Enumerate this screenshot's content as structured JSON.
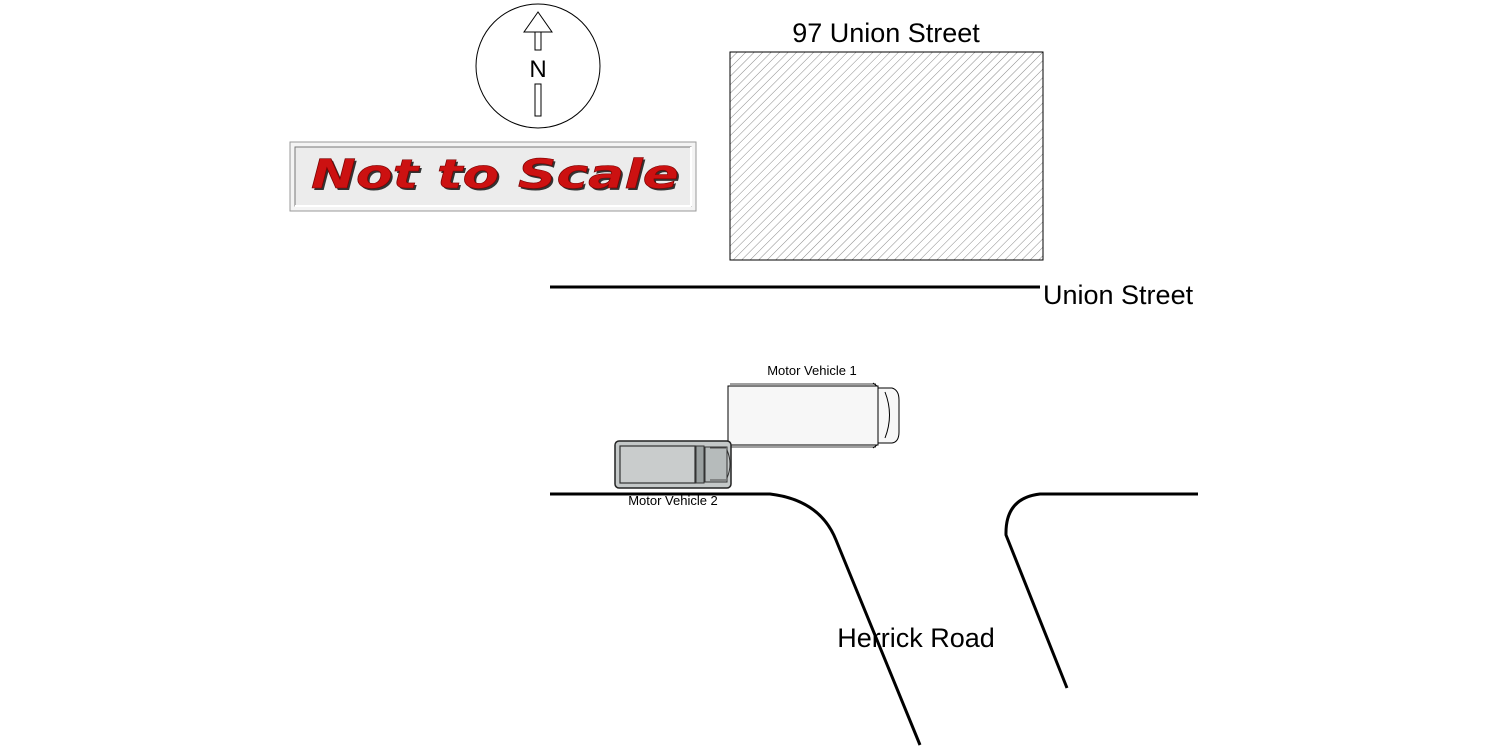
{
  "building": {
    "address": "97 Union Street"
  },
  "compass": {
    "north_label": "N"
  },
  "scale_notice": {
    "text": "Not to Scale",
    "text_color": "#cc1111",
    "shadow_color": "#333333"
  },
  "streets": {
    "union_street": "Union Street",
    "herrick_road": "Herrick Road"
  },
  "vehicles": {
    "motor_vehicle_1": "Motor Vehicle 1",
    "motor_vehicle_2": "Motor Vehicle 2"
  },
  "colors": {
    "road_line": "#000000",
    "truck_body": "#f7f7f7",
    "pickup_body": "#c4c8c8",
    "hatch": "#8a8a8a"
  }
}
